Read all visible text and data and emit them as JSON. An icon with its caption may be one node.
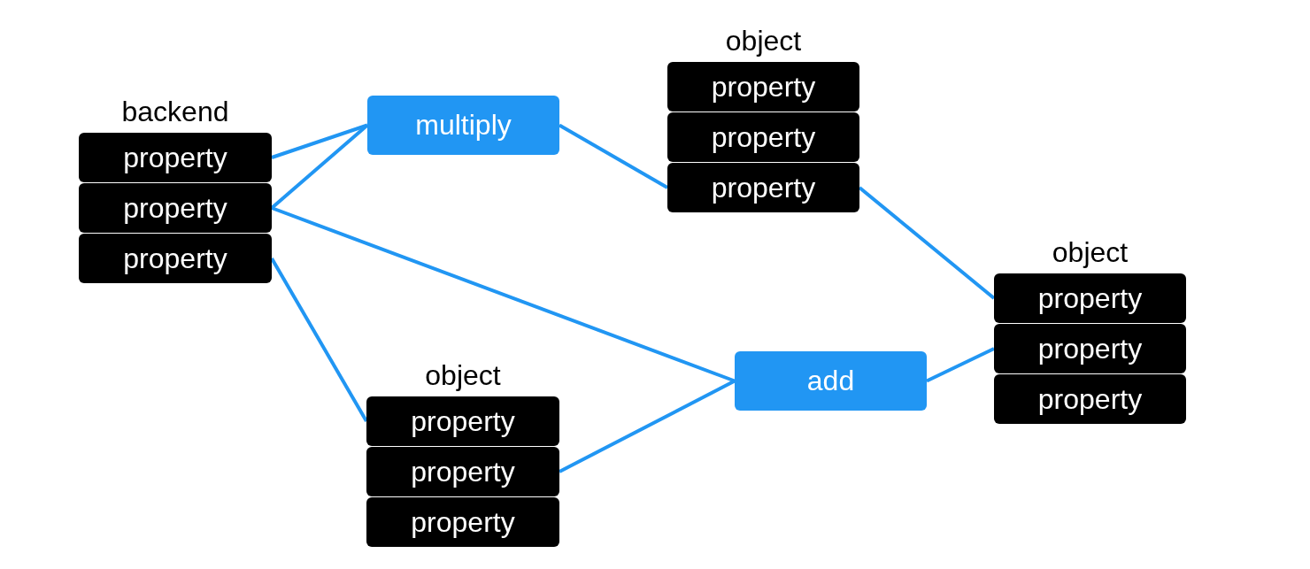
{
  "diagram": {
    "nodes": [
      {
        "text": [
          "backend"
        ]
      },
      {
        "text": [
          "property"
        ],
        "in": 0
      },
      {
        "text": [
          "property"
        ],
        "in": 0
      },
      {
        "text": [
          "property"
        ],
        "in": 0
      },
      {
        "text": [
          "multiply"
        ]
      },
      {
        "text": [
          "object"
        ]
      },
      {
        "text": [
          "property"
        ],
        "in": 5
      },
      {
        "text": [
          "property"
        ],
        "in": 5
      },
      {
        "text": [
          "property"
        ],
        "in": 5
      },
      {
        "text": [
          "object"
        ]
      },
      {
        "text": [
          "property"
        ],
        "in": 9
      },
      {
        "text": [
          "property"
        ],
        "in": 9
      },
      {
        "text": [
          "property"
        ],
        "in": 9
      },
      {
        "text": [
          "object"
        ]
      },
      {
        "text": [
          "property"
        ],
        "in": 13
      },
      {
        "text": [
          "property"
        ],
        "in": 13
      },
      {
        "text": [
          "property"
        ],
        "in": 13
      },
      {
        "text": [
          "add"
        ]
      }
    ],
    "edges": [
      {
        "from": 1,
        "to": 4,
        "arrow": "none"
      },
      {
        "from": 2,
        "to": 4,
        "arrow": "none"
      },
      {
        "from": 2,
        "to": 17,
        "arrow": "none"
      },
      {
        "from": 3,
        "to": 14,
        "arrow": "none"
      },
      {
        "from": 4,
        "to": 8,
        "arrow": "none"
      },
      {
        "from": 8,
        "to": 10,
        "arrow": "none"
      },
      {
        "from": 15,
        "to": 17,
        "arrow": "none"
      },
      {
        "from": 17,
        "to": 11,
        "arrow": "none"
      }
    ]
  }
}
